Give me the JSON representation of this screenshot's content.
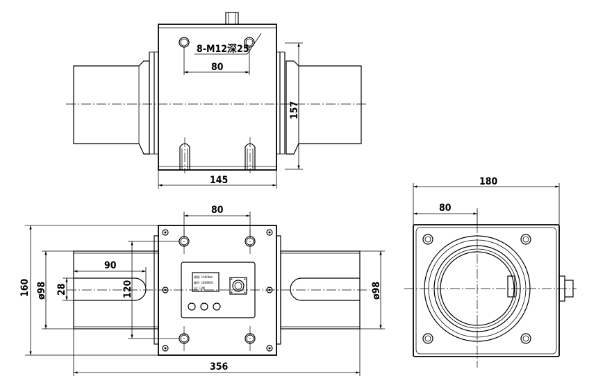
{
  "dimensions": {
    "top_hole_callout": "8-M12深25",
    "top_hole_spacing": "80",
    "top_body_height": "157",
    "top_body_width": "145",
    "front_hole_spacing": "80",
    "front_shaft_length": "90",
    "front_overall_height": "160",
    "front_shaft_dia_left": "ø98",
    "front_slot_width": "28",
    "front_hole_vertical": "120",
    "front_shaft_dia_right": "ø98",
    "front_overall_length": "356",
    "side_overall_width": "180",
    "side_hole_offset": "80"
  },
  "nameplate": {
    "line1": "规格: 1000Nm",
    "line2": "编号: 1808001",
    "line3": "出厂日期"
  }
}
